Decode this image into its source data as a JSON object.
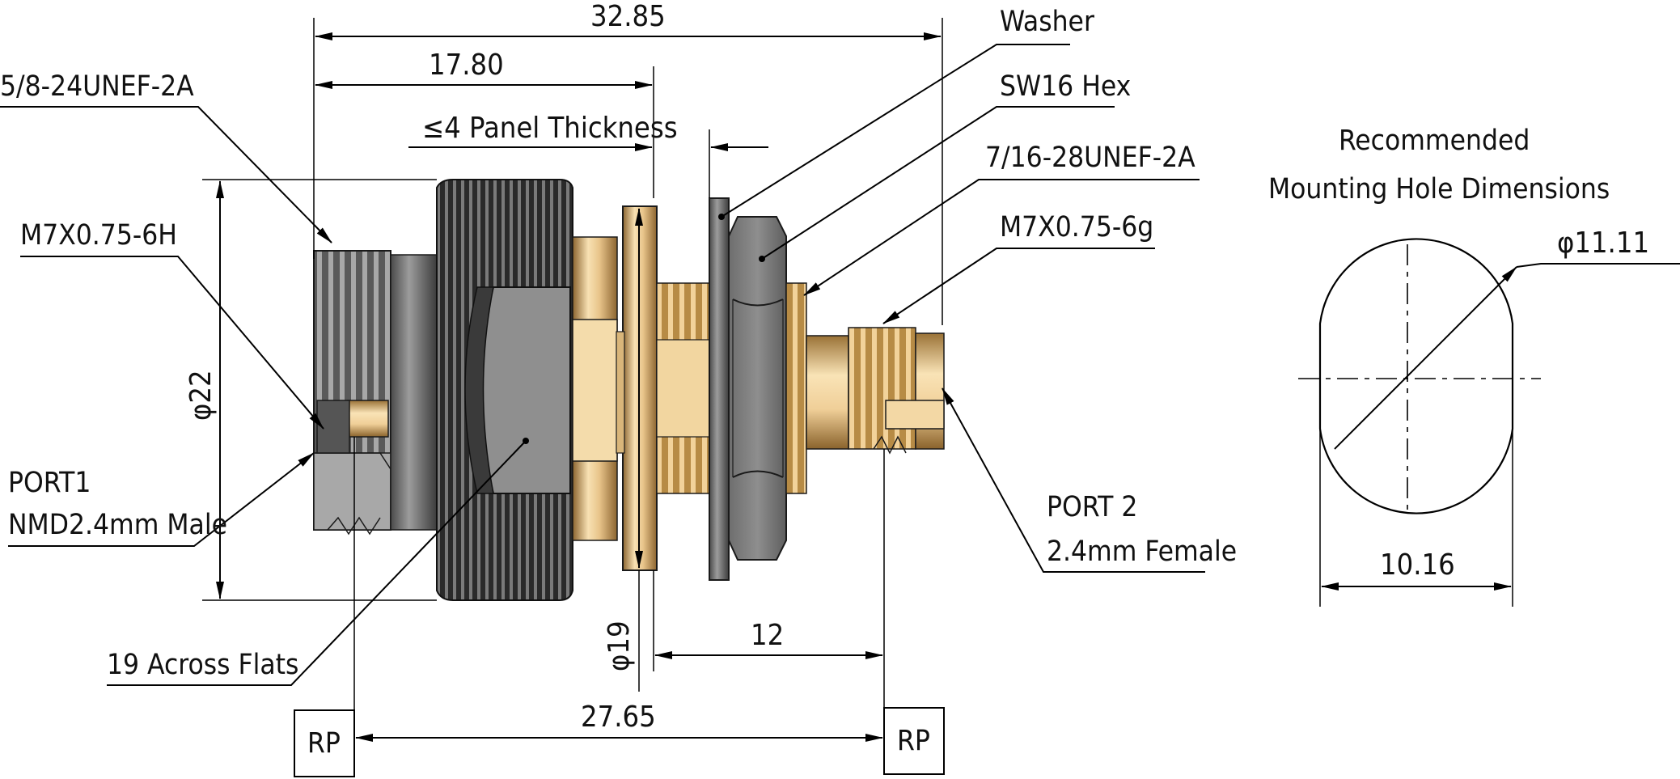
{
  "diagram": {
    "dimensions": {
      "overall_length": "32.85",
      "thread_length": "17.80",
      "panel_thickness": "≤4 Panel Thickness",
      "body_diameter": "φ22",
      "flange_diameter": "φ19",
      "hex_to_port": "12",
      "rp_distance": "27.65",
      "hole_diameter": "φ11.11",
      "hole_flat_width": "10.16"
    },
    "callouts": {
      "washer": "Washer",
      "hex": "SW16 Hex",
      "thread_7_16": "7/16-28UNEF-2A",
      "thread_m7_6g": "M7X0.75-6g",
      "thread_5_8": "5/8-24UNEF-2A",
      "thread_m7_6h": "M7X0.75-6H",
      "port1_line1": "PORT1",
      "port1_line2": "NMD2.4mm Male",
      "port2_line1": "PORT 2",
      "port2_line2": "2.4mm Female",
      "across_flats": "19 Across Flats"
    },
    "reference_planes": {
      "left": "RP",
      "right": "RP"
    },
    "mounting_hole": {
      "title_line1": "Recommended",
      "title_line2": "Mounting Hole Dimensions"
    },
    "colors": {
      "brass_light": "#f6dcaa",
      "brass_dark": "#a77b3c",
      "steel_light": "#c9c9c9",
      "steel_dark": "#5a5a5a",
      "knurl": "#222222"
    }
  }
}
